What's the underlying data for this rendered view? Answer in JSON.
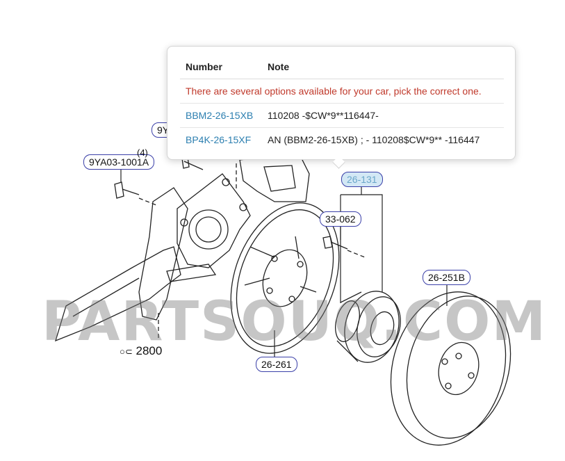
{
  "callouts": {
    "c_9ya03": "9YA03-1001A",
    "c_9ya_partial": "9Y",
    "c_qty4": "(4)",
    "c_33062": "33-062",
    "c_26131": "26-131",
    "c_26251b": "26-251B",
    "c_26261": "26-261",
    "c_2800": "2800"
  },
  "watermark": "PARTSOUQ.COM",
  "popup": {
    "headers": {
      "number": "Number",
      "note": "Note"
    },
    "warning": "There are several options available for your car, pick the correct one.",
    "rows": [
      {
        "number": "BBM2-26-15XB",
        "note": "110208 -$CW*9**116447-"
      },
      {
        "number": "BP4K-26-15XF",
        "note": "AN (BBM2-26-15XB) ; - 110208$CW*9** -116447"
      }
    ]
  },
  "colors": {
    "callout_border": "#3a3fa8",
    "active_fill": "#d3e8f5",
    "link": "#2c7fb0",
    "warning": "#c0392b"
  }
}
